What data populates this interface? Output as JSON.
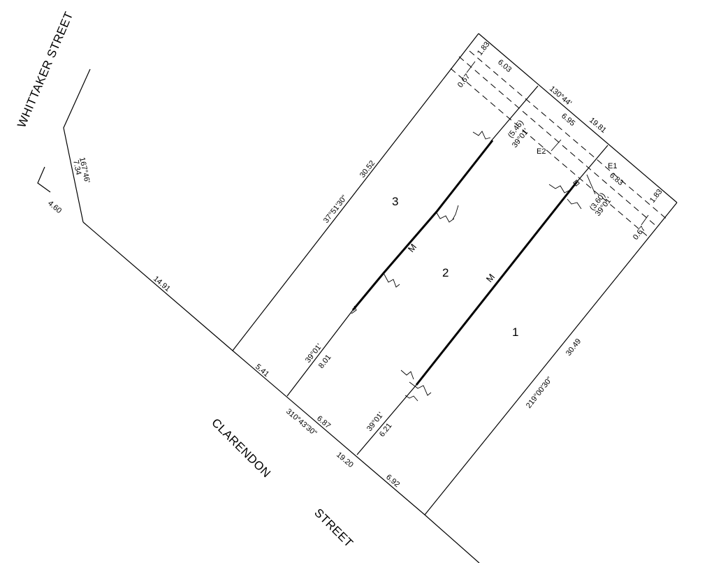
{
  "streets": {
    "whittaker": "WHITTAKER STREET",
    "clarendon_1": "CLARENDON",
    "clarendon_2": "STREET"
  },
  "lots": {
    "lot1": "1",
    "lot2": "2",
    "lot3": "3"
  },
  "wall_marks": {
    "mark_a": "M",
    "mark_b": "M"
  },
  "easements": {
    "e1": "E1",
    "e2": "E2"
  },
  "dimensions": {
    "whittaker_bearing": "167°46'",
    "whittaker_length": "7.34",
    "corner": "4.60",
    "clarendon_upper_length": "14.91",
    "clarendon_bearing": "310°43'30\"",
    "clarendon_total": "19.20",
    "frontage_lot3": "5.41",
    "frontage_lot2": "6.87",
    "frontage_lot1": "6.92",
    "nw_bearing": "37°51'30\"",
    "nw_length": "30.52",
    "se_bearing": "219°00'30\"",
    "se_length": "30.49",
    "rear_bearing": "130°44'",
    "rear_total": "19.81",
    "rear_lot3": "6.03",
    "rear_lot2": "6.95",
    "rear_lot1": "6.83",
    "easement_w_a": "1.83",
    "easement_w_b": "1.83",
    "offset_a": "0.67",
    "offset_b": "0.67",
    "div_a_bearing": "39°01'",
    "div_a_length": "8.01",
    "div_a_bearing_upper": "39°01'",
    "div_a_length_upper": "(5.45)",
    "div_b_bearing": "39°01'",
    "div_b_length": "6.21",
    "div_b_bearing_upper": "39°01'",
    "div_b_length_upper": "(3.60)"
  }
}
